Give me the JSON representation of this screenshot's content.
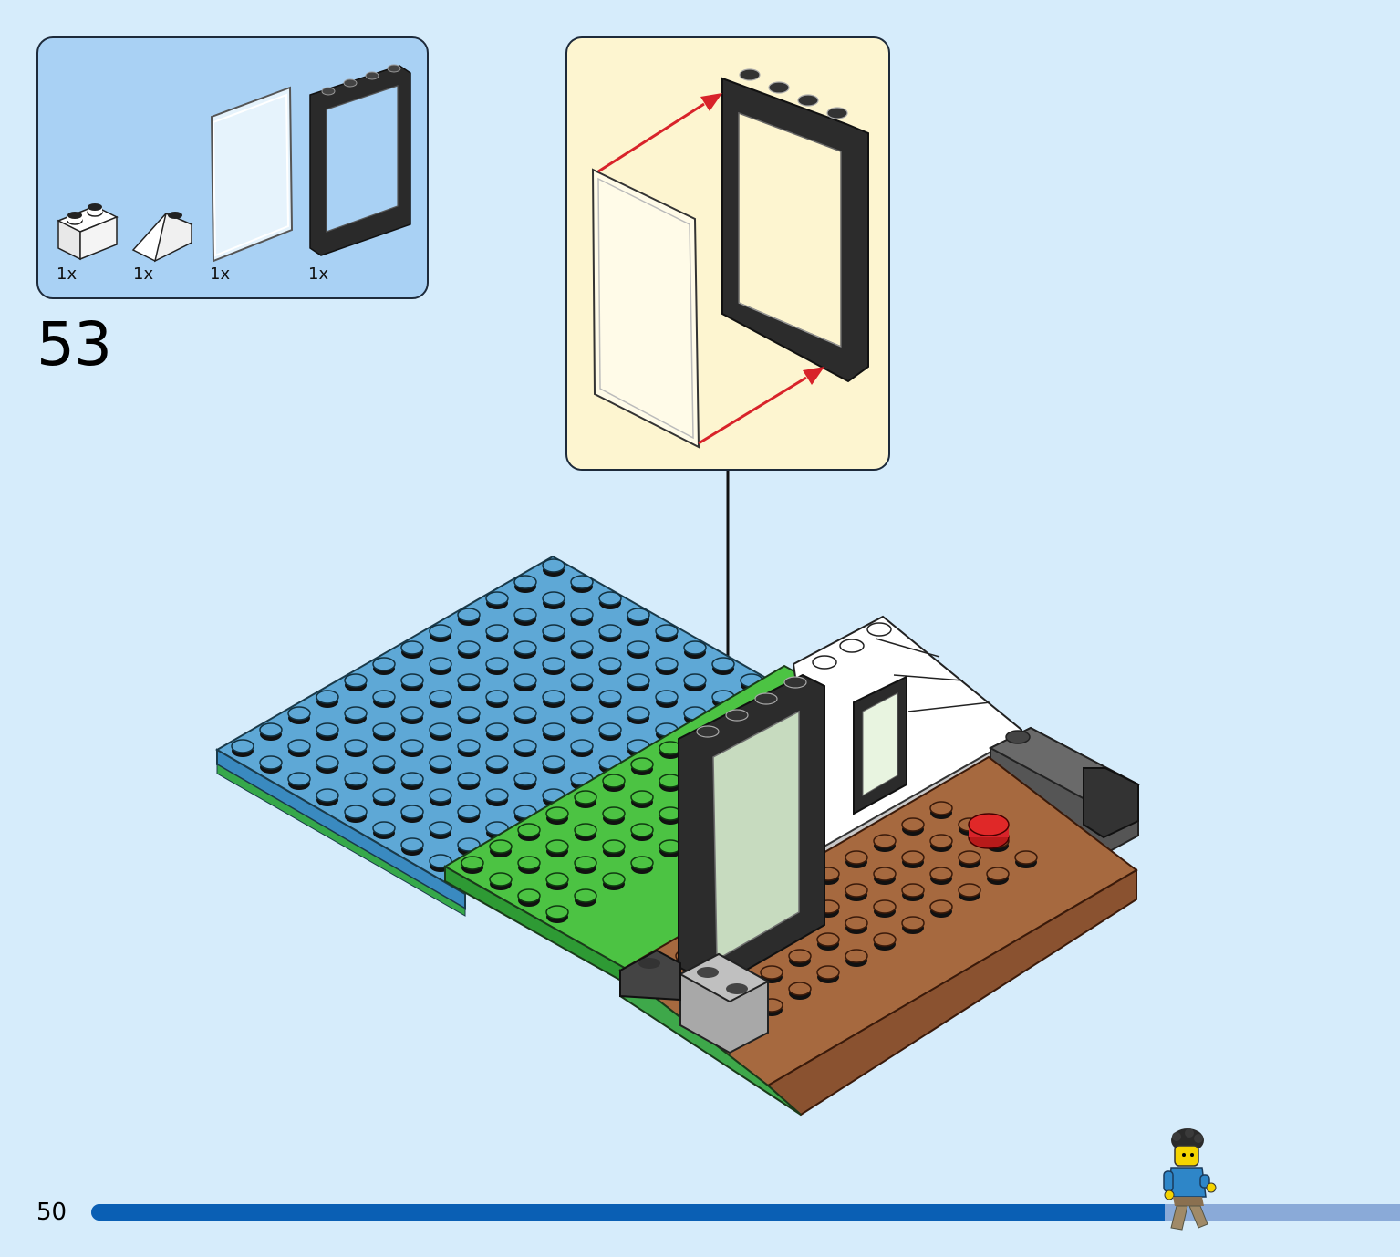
{
  "parts_list": {
    "items": [
      {
        "quantity": "1x",
        "part": "white-brick-1x2-icon"
      },
      {
        "quantity": "1x",
        "part": "white-slope-1x2-icon"
      },
      {
        "quantity": "1x",
        "part": "transparent-glass-panel-icon"
      },
      {
        "quantity": "1x",
        "part": "black-window-frame-icon"
      }
    ]
  },
  "step": {
    "number": "53"
  },
  "page": {
    "number": "50"
  },
  "progress": {
    "fraction": 0.82
  },
  "colors": {
    "background": "#d6ecfb",
    "parts_box": "#a9d1f4",
    "callout": "#fdf5d0",
    "arrow_red": "#d8232a",
    "progress_fill": "#0a5fb4",
    "progress_track": "#8aaad8",
    "baseplate_blue": "#5ea8d6",
    "baseplate_green": "#4cc343",
    "baseplate_brown": "#a6693f"
  }
}
